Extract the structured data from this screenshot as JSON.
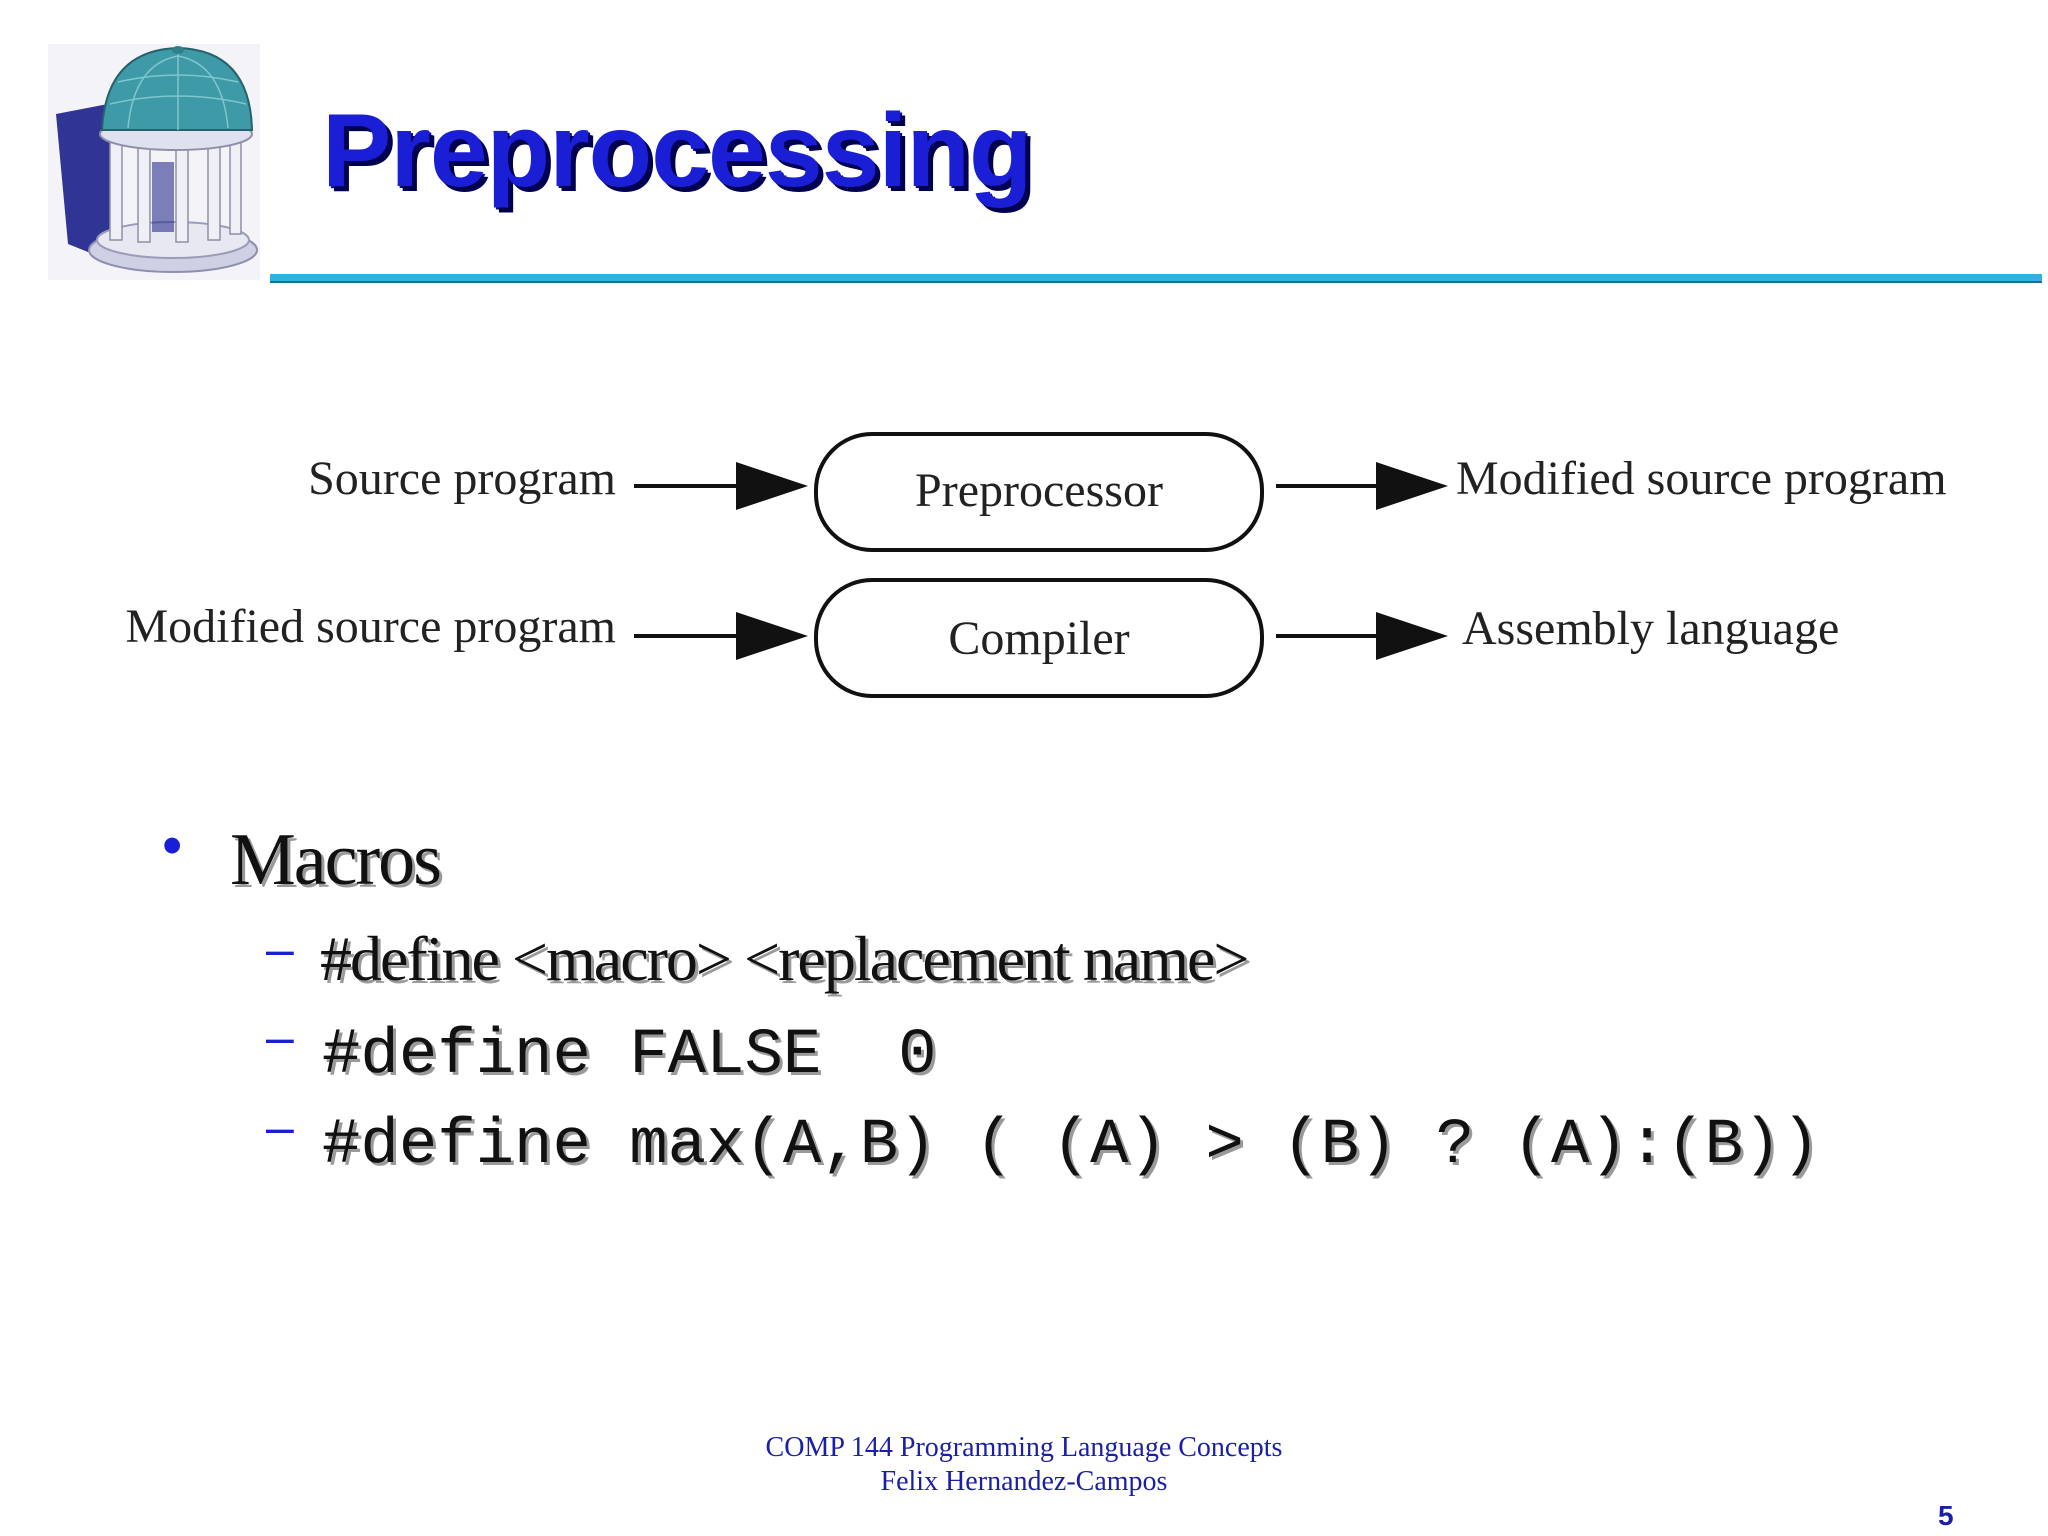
{
  "slide": {
    "title": "Preprocessing",
    "logo_icon": "old-well-icon",
    "accent_color": "#1a1fd6",
    "rule_color": "#2fb1e6"
  },
  "diagram": {
    "rows": [
      {
        "input": "Source program",
        "process": "Preprocessor",
        "output": "Modified source program"
      },
      {
        "input": "Modified source program",
        "process": "Compiler",
        "output": "Assembly language"
      }
    ]
  },
  "content": {
    "bullet": "Macros",
    "subitems": [
      "#define  <macro> <replacement name>",
      "#define FALSE  0",
      "#define max(A,B) ( (A) > (B) ? (A):(B))"
    ],
    "dash": "–"
  },
  "footer": {
    "course": "COMP 144 Programming Language Concepts",
    "author": "Felix  Hernandez-Campos",
    "page": "5"
  }
}
